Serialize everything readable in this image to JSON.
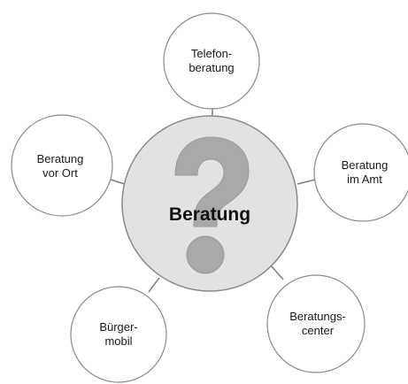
{
  "diagram": {
    "center": {
      "label": "Beratung",
      "icon": "question-mark-icon"
    },
    "nodes": [
      {
        "id": "telefonberatung",
        "line1": "Telefon-",
        "line2": "beratung"
      },
      {
        "id": "beratung-im-amt",
        "line1": "Beratung",
        "line2": "im Amt"
      },
      {
        "id": "beratungscenter",
        "line1": "Beratungs-",
        "line2": "center"
      },
      {
        "id": "buergermobil",
        "line1": "Bürger-",
        "line2": "mobil"
      },
      {
        "id": "beratung-vor-ort",
        "line1": "Beratung",
        "line2": "vor Ort"
      }
    ],
    "colors": {
      "center_fill": "#e2e2e2",
      "node_fill": "#ffffff",
      "stroke": "#8a8a8a",
      "connector": "#808080",
      "question_mark": "#a9a9a9"
    }
  }
}
